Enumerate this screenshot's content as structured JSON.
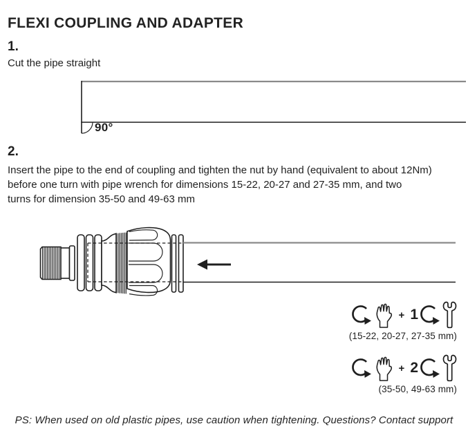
{
  "page": {
    "background": "#ffffff",
    "ink_color": "#1f1f1f",
    "gray_line_color": "#8a8a8a"
  },
  "title": "FLEXI COUPLING AND ADAPTER",
  "step1": {
    "number": "1.",
    "text": "Cut the pipe straight"
  },
  "figure1": {
    "description": "pipe-end-cut-square-diagram",
    "angle_label": "90°"
  },
  "step2": {
    "number": "2.",
    "lines": [
      "Insert the pipe to the end of coupling and tighten the nut by hand (equivalent to about 12Nm)",
      "before one turn with pipe wrench for dimensions 15-22, 20-27 and 27-35 mm, and two",
      "turns for dimension 35-50 and 49-63 mm"
    ]
  },
  "figure2": {
    "description": "coupling-with-pipe-insertion-diagram"
  },
  "icons": {
    "rotate": "rotate-clockwise-icon",
    "hand": "hand-icon",
    "wrench": "wrench-icon",
    "arrow": "insert-direction-arrow"
  },
  "turn_rows": [
    {
      "plus": "+",
      "count": "1",
      "caption": "(15-22, 20-27, 27-35 mm)"
    },
    {
      "plus": "+",
      "count": "2",
      "caption": "(35-50, 49-63 mm)"
    }
  ],
  "footnote": "PS: When used on old plastic pipes, use caution when tightening. Questions? Contact support"
}
